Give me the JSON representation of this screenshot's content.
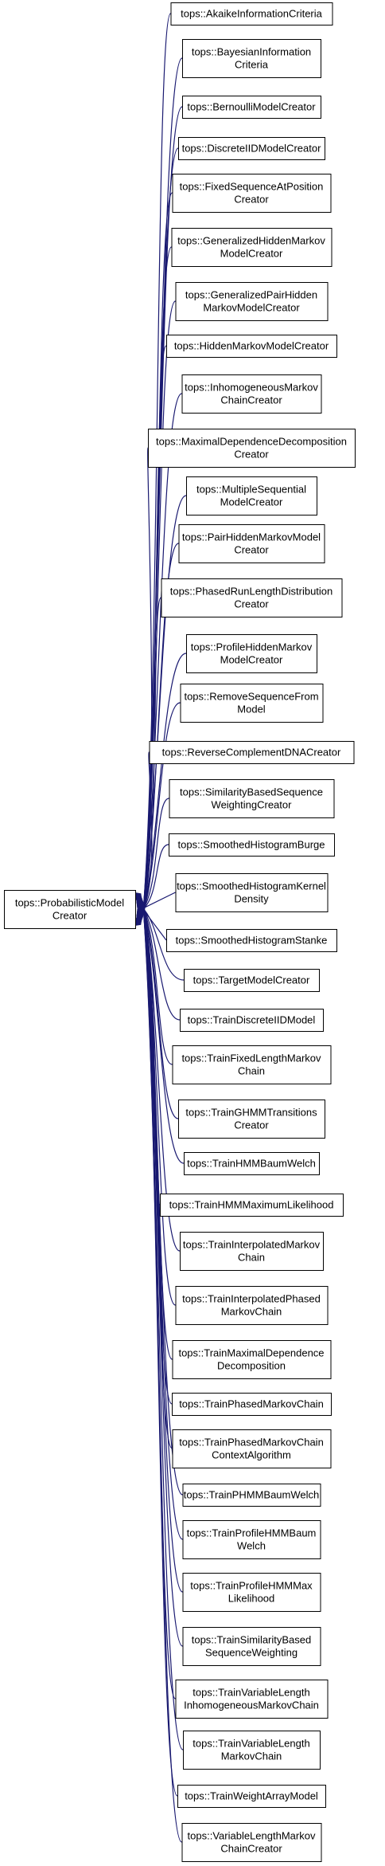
{
  "base": {
    "lines": [
      "tops::ProbabilisticModel",
      "Creator"
    ]
  },
  "children": [
    {
      "lines": [
        "tops::AkaikeInformationCriteria"
      ]
    },
    {
      "lines": [
        "tops::BayesianInformation",
        "Criteria"
      ]
    },
    {
      "lines": [
        "tops::BernoulliModelCreator"
      ]
    },
    {
      "lines": [
        "tops::DiscreteIIDModelCreator"
      ]
    },
    {
      "lines": [
        "tops::FixedSequenceAtPosition",
        "Creator"
      ]
    },
    {
      "lines": [
        "tops::GeneralizedHiddenMarkov",
        "ModelCreator"
      ]
    },
    {
      "lines": [
        "tops::GeneralizedPairHidden",
        "MarkovModelCreator"
      ]
    },
    {
      "lines": [
        "tops::HiddenMarkovModelCreator"
      ]
    },
    {
      "lines": [
        "tops::InhomogeneousMarkov",
        "ChainCreator"
      ]
    },
    {
      "lines": [
        "tops::MaximalDependenceDecomposition",
        "Creator"
      ]
    },
    {
      "lines": [
        "tops::MultipleSequential",
        "ModelCreator"
      ]
    },
    {
      "lines": [
        "tops::PairHiddenMarkovModel",
        "Creator"
      ]
    },
    {
      "lines": [
        "tops::PhasedRunLengthDistribution",
        "Creator"
      ]
    },
    {
      "lines": [
        "tops::ProfileHiddenMarkov",
        "ModelCreator"
      ]
    },
    {
      "lines": [
        "tops::RemoveSequenceFrom",
        "Model"
      ]
    },
    {
      "lines": [
        "tops::ReverseComplementDNACreator"
      ]
    },
    {
      "lines": [
        "tops::SimilarityBasedSequence",
        "WeightingCreator"
      ]
    },
    {
      "lines": [
        "tops::SmoothedHistogramBurge"
      ]
    },
    {
      "lines": [
        "tops::SmoothedHistogramKernel",
        "Density"
      ]
    },
    {
      "lines": [
        "tops::SmoothedHistogramStanke"
      ]
    },
    {
      "lines": [
        "tops::TargetModelCreator"
      ]
    },
    {
      "lines": [
        "tops::TrainDiscreteIIDModel"
      ]
    },
    {
      "lines": [
        "tops::TrainFixedLengthMarkov",
        "Chain"
      ]
    },
    {
      "lines": [
        "tops::TrainGHMMTransitions",
        "Creator"
      ]
    },
    {
      "lines": [
        "tops::TrainHMMBaumWelch"
      ]
    },
    {
      "lines": [
        "tops::TrainHMMMaximumLikelihood"
      ]
    },
    {
      "lines": [
        "tops::TrainInterpolatedMarkov",
        "Chain"
      ]
    },
    {
      "lines": [
        "tops::TrainInterpolatedPhased",
        "MarkovChain"
      ]
    },
    {
      "lines": [
        "tops::TrainMaximalDependence",
        "Decomposition"
      ]
    },
    {
      "lines": [
        "tops::TrainPhasedMarkovChain"
      ]
    },
    {
      "lines": [
        "tops::TrainPhasedMarkovChain",
        "ContextAlgorithm"
      ]
    },
    {
      "lines": [
        "tops::TrainPHMMBaumWelch"
      ]
    },
    {
      "lines": [
        "tops::TrainProfileHMMBaum",
        "Welch"
      ]
    },
    {
      "lines": [
        "tops::TrainProfileHMMMax",
        "Likelihood"
      ]
    },
    {
      "lines": [
        "tops::TrainSimilarityBased",
        "SequenceWeighting"
      ]
    },
    {
      "lines": [
        "tops::TrainVariableLength",
        "InhomogeneousMarkovChain"
      ]
    },
    {
      "lines": [
        "tops::TrainVariableLength",
        "MarkovChain"
      ]
    },
    {
      "lines": [
        "tops::TrainWeightArrayModel"
      ]
    },
    {
      "lines": [
        "tops::VariableLengthMarkov",
        "ChainCreator"
      ]
    }
  ],
  "colors": {
    "edge": "#191970",
    "box_border": "#000000",
    "background": "#ffffff"
  }
}
